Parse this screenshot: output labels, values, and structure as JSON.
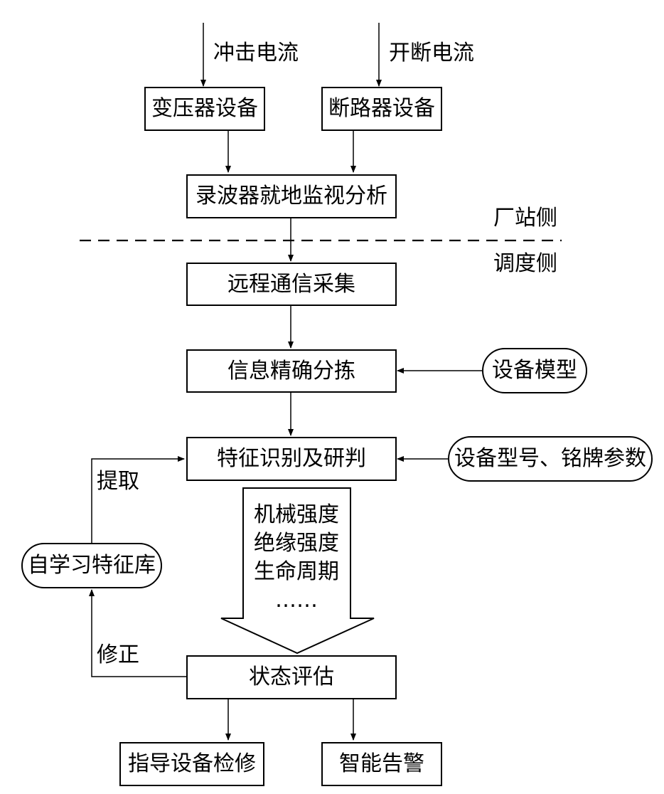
{
  "inputs": {
    "inrush_current": "冲击电流",
    "breaking_current": "开断电流"
  },
  "devices": {
    "transformer": "变压器设备",
    "breaker": "断路器设备"
  },
  "recorder": "录波器就地监视分析",
  "zones": {
    "plant_side": "厂站侧",
    "dispatch_side": "调度侧"
  },
  "remote_collection": "远程通信采集",
  "info_sorting": "信息精确分拣",
  "device_model": "设备模型",
  "feature_judgement": "特征识别及研判",
  "nameplate_params": "设备型号、铭牌参数",
  "feature_library": "自学习特征库",
  "edge_labels": {
    "extract": "提取",
    "correct": "修正"
  },
  "features": [
    "机械强度",
    "绝缘强度",
    "生命周期",
    "……"
  ],
  "state_assessment": "状态评估",
  "outputs": {
    "maintenance": "指导设备检修",
    "alarm": "智能告警"
  }
}
